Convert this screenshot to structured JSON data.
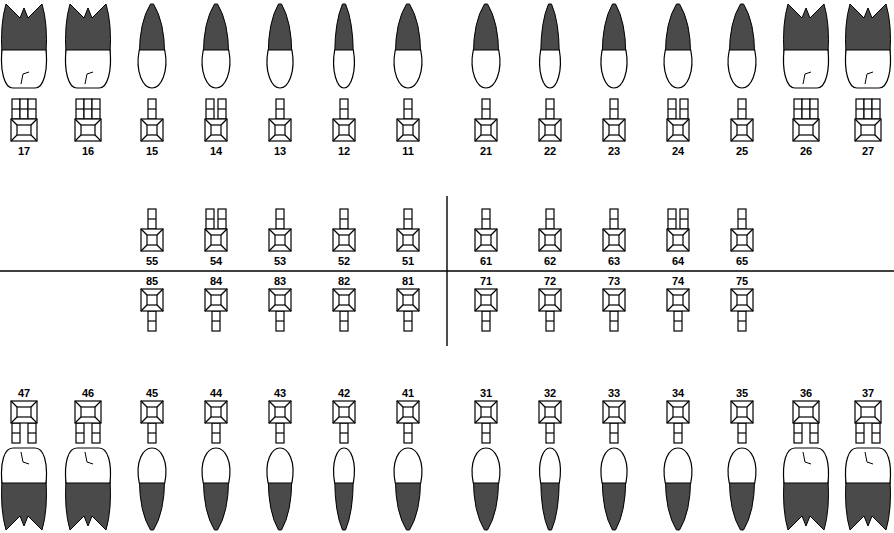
{
  "diagram": {
    "labels": [
      "17",
      "16",
      "15",
      "14",
      "13",
      "12",
      "11",
      "21",
      "22",
      "23",
      "24",
      "25",
      "26",
      "27",
      "55",
      "54",
      "53",
      "52",
      "51",
      "61",
      "62",
      "63",
      "64",
      "65",
      "85",
      "84",
      "83",
      "82",
      "81",
      "71",
      "72",
      "73",
      "74",
      "75",
      "47",
      "46",
      "45",
      "44",
      "43",
      "42",
      "41",
      "31",
      "32",
      "33",
      "34",
      "35",
      "36",
      "37"
    ]
  }
}
